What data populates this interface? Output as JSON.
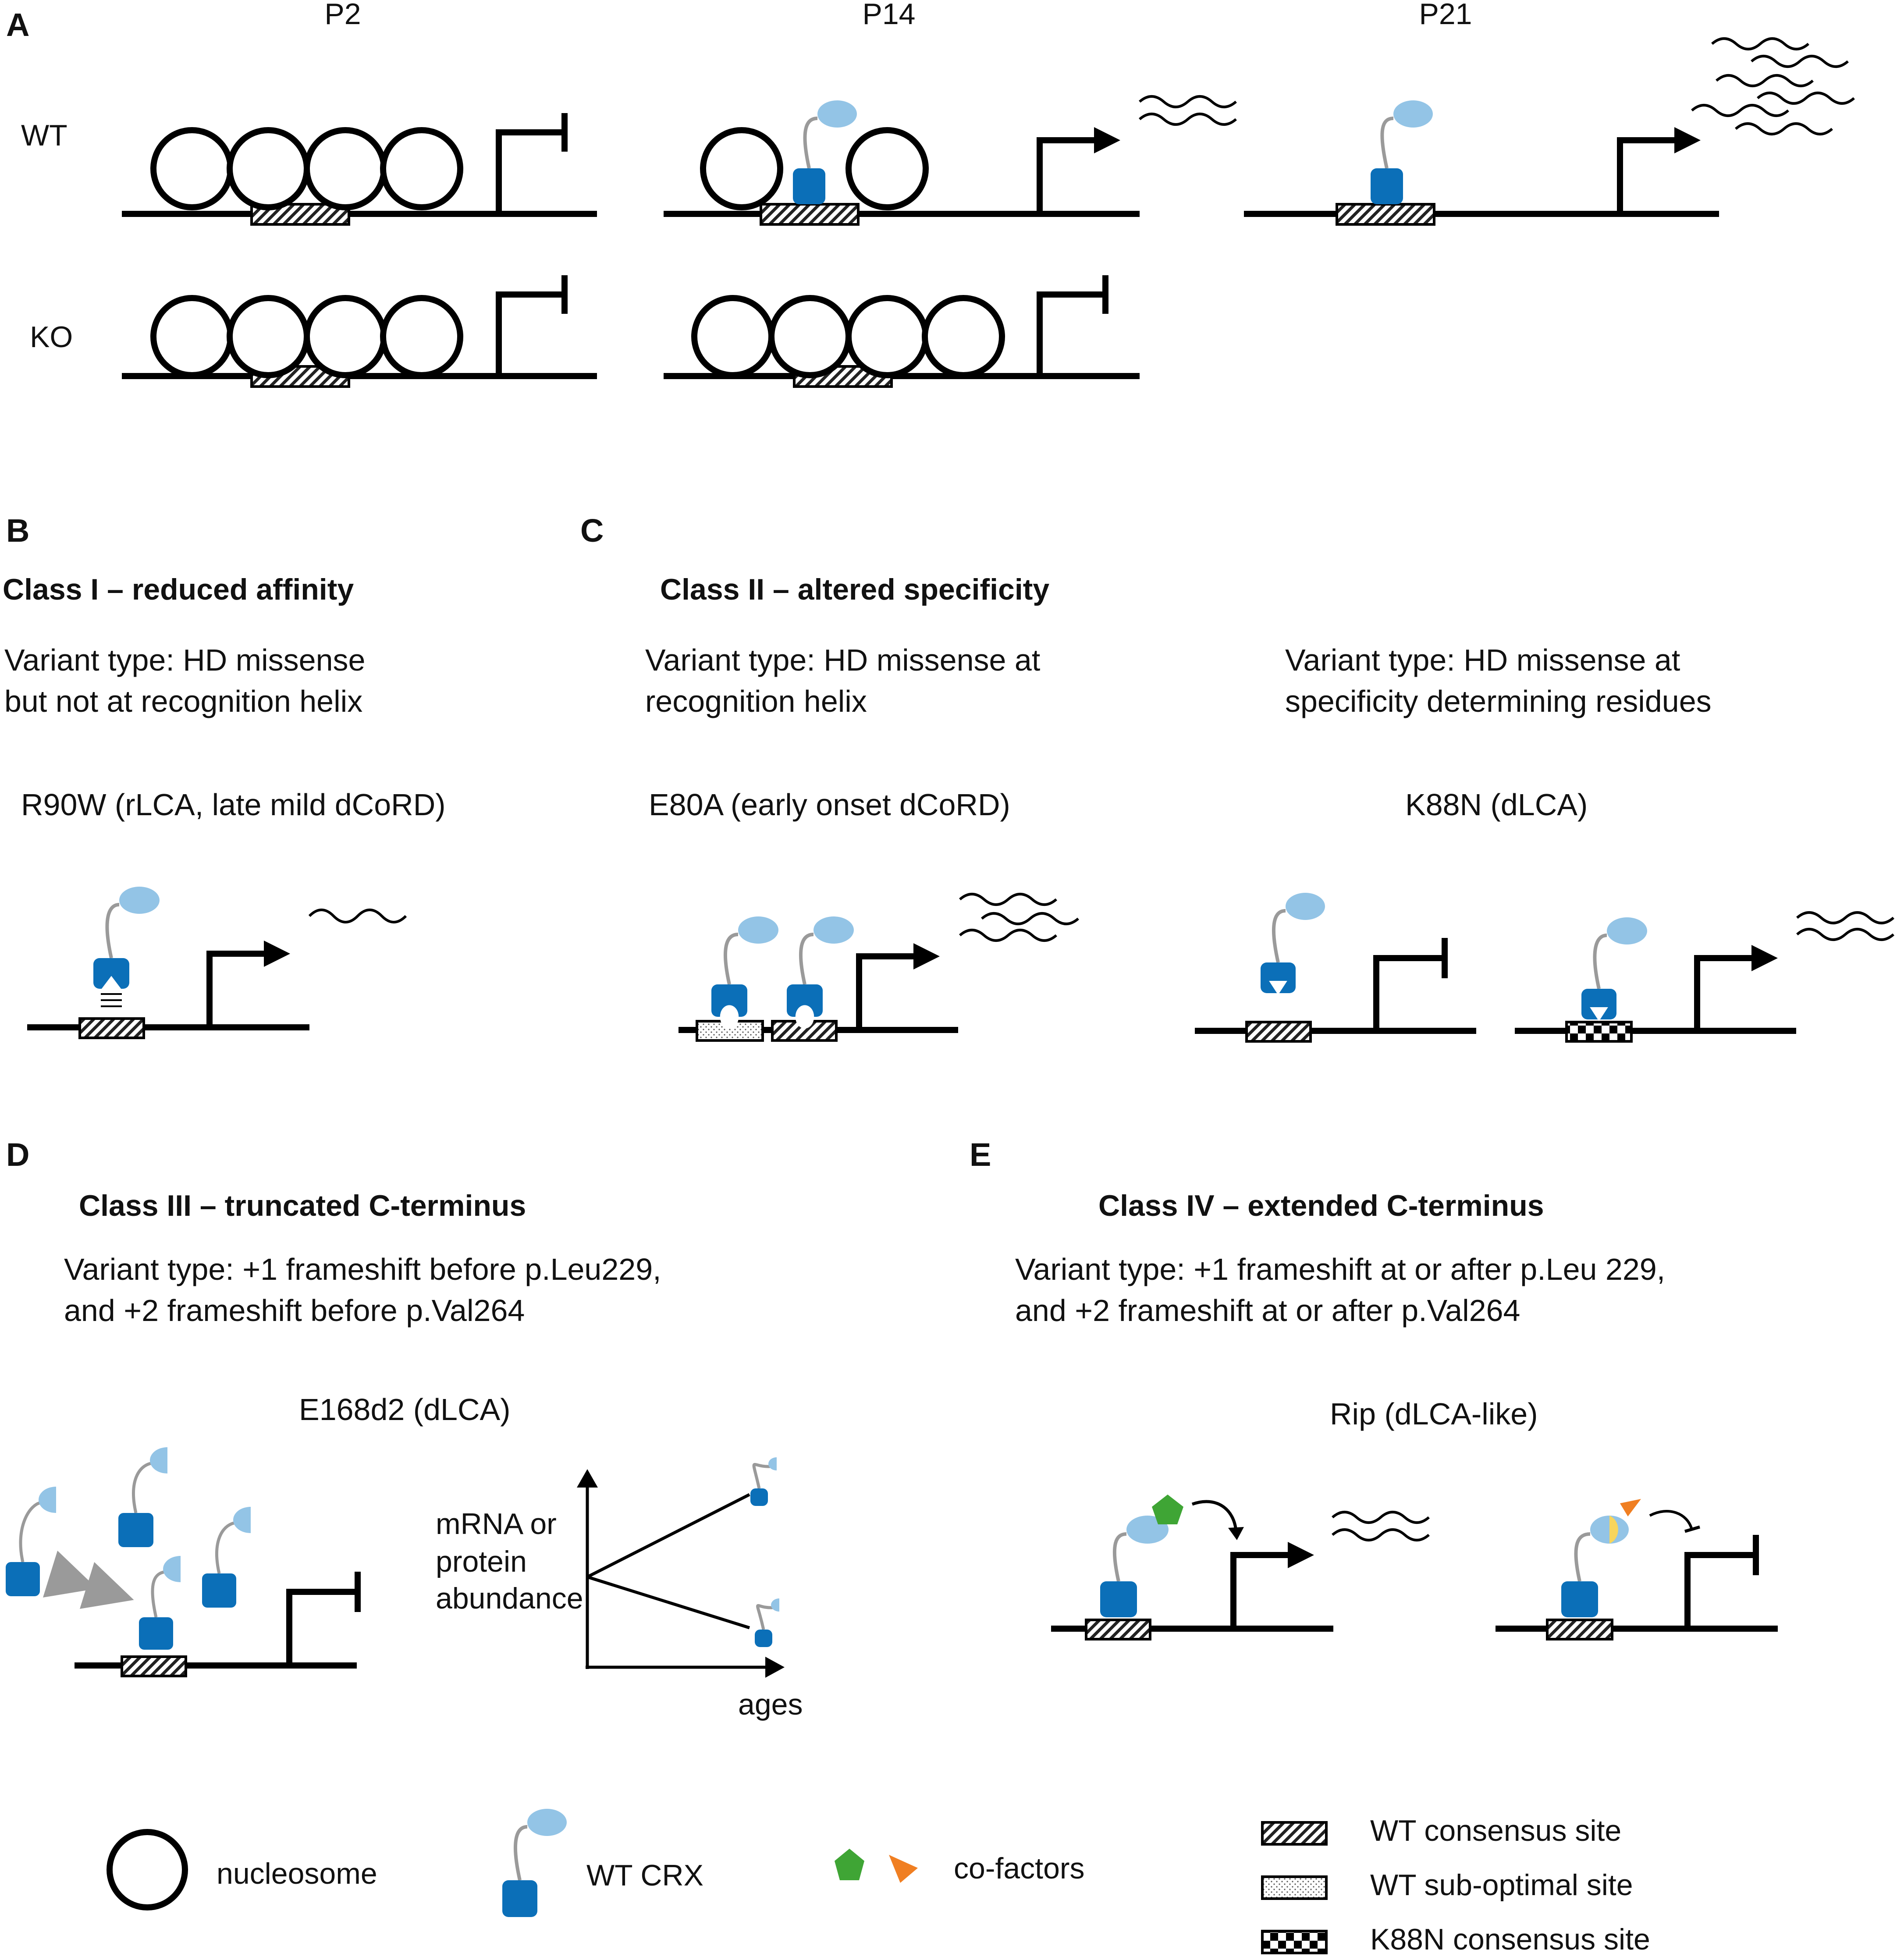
{
  "colors": {
    "crx_dna_binding": "#0b6fb8",
    "crx_head": "#93c4e6",
    "linker": "#9a9a9a",
    "cofactor_green": "#3fa535",
    "cofactor_orange": "#f07f22",
    "mutant_head": "#f7d55c",
    "dna_line": "#000000",
    "arrow_gray": "#9a9a9a"
  },
  "panelA": {
    "label": "A",
    "stages": [
      "P2",
      "P14",
      "P21"
    ],
    "rows": [
      "WT",
      "KO"
    ]
  },
  "panelB": {
    "label": "B",
    "class_title": "Class I – reduced affinity",
    "variant_line1": "Variant type: HD missense",
    "variant_line2": "but not at recognition helix",
    "example": "R90W (rLCA, late mild dCoRD)"
  },
  "panelC": {
    "label": "C",
    "class_title": "Class II – altered specificity",
    "left_variant_line1": "Variant type: HD missense at",
    "left_variant_line2": "recognition helix",
    "left_example": "E80A (early onset dCoRD)",
    "right_variant_line1": "Variant type: HD missense at",
    "right_variant_line2": "specificity determining residues",
    "right_example": "K88N (dLCA)"
  },
  "panelD": {
    "label": "D",
    "class_title": "Class III – truncated C-terminus",
    "variant_line1": "Variant type: +1 frameshift before p.Leu229,",
    "variant_line2": "and +2 frameshift before p.Val264",
    "example": "E168d2 (dLCA)",
    "ylabel_line1": "mRNA or",
    "ylabel_line2": "protein",
    "ylabel_line3": "abundance",
    "xlabel": "ages"
  },
  "panelE": {
    "label": "E",
    "class_title": "Class IV – extended C-terminus",
    "variant_line1": "Variant type: +1 frameshift at or after p.Leu 229,",
    "variant_line2": "and +2 frameshift at or after p.Val264",
    "example": "Rip (dLCA-like)"
  },
  "legend": {
    "nucleosome": "nucleosome",
    "wt_crx": "WT CRX",
    "cofactors": "co-factors",
    "wt_consensus": "WT consensus site",
    "wt_suboptimal": "WT sub-optimal site",
    "k88n_consensus": "K88N consensus site"
  }
}
